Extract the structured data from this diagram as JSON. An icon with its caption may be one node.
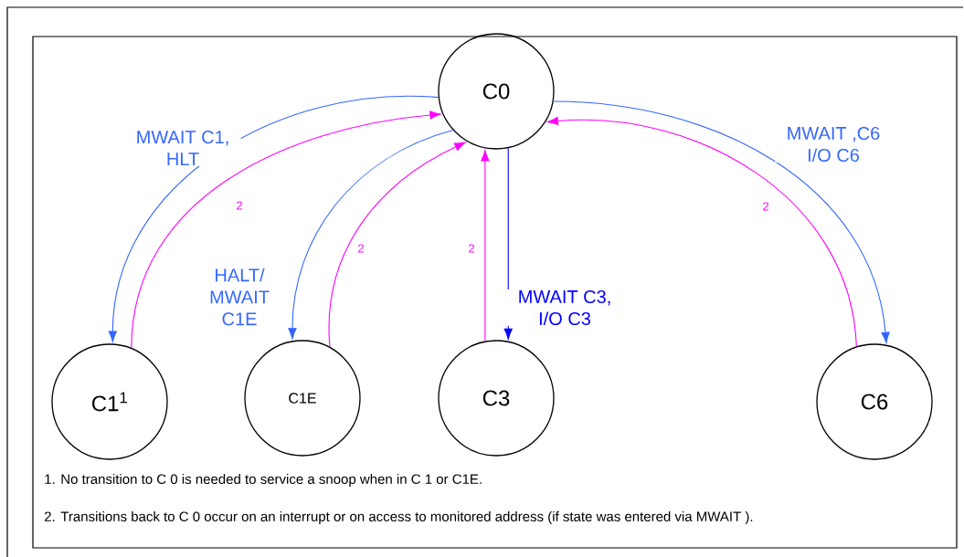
{
  "diagram": {
    "nodes": [
      {
        "text": [
          "C0"
        ]
      },
      {
        "text": [
          "C1$^{1}$"
        ]
      },
      {
        "text": [
          "C1E"
        ]
      },
      {
        "text": [
          "C3"
        ]
      },
      {
        "text": [
          "C6"
        ]
      }
    ],
    "edges": [
      {
        "from": 0,
        "to": 1,
        "arrow": "to",
        "label": "MWAIT C1, HLT",
        "color": "#3366ff"
      },
      {
        "from": 1,
        "to": 0,
        "arrow": "to",
        "label": "2",
        "color": "#ff00ff"
      },
      {
        "from": 0,
        "to": 2,
        "arrow": "to",
        "label": "HALT/ MWAIT C1E",
        "color": "#3366ff"
      },
      {
        "from": 2,
        "to": 0,
        "arrow": "to",
        "label": "2",
        "color": "#ff00ff"
      },
      {
        "from": 3,
        "to": 0,
        "arrow": "to",
        "label": "2",
        "color": "#ff00ff"
      },
      {
        "from": 0,
        "to": 3,
        "arrow": "to",
        "label": "MWAIT C3, I/O C3",
        "color": "#0000ff"
      },
      {
        "from": 0,
        "to": 4,
        "arrow": "to",
        "label": "MWAIT ,C6 I/O C6",
        "color": "#3366ff"
      },
      {
        "from": 4,
        "to": 0,
        "arrow": "to",
        "label": "2",
        "color": "#ff00ff"
      }
    ],
    "labels": [
      "1. No transition to C 0 is needed to service a snoop when in C 1 or C1E.",
      "2. Transitions back to C 0 occur on an interrupt or on access to monitored address (if state was entered via MWAIT )."
    ]
  }
}
